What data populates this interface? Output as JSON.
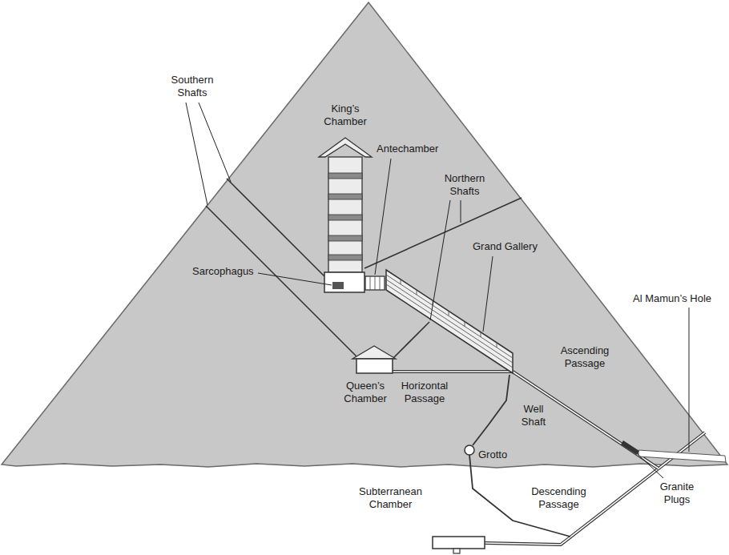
{
  "diagram": {
    "labels": [
      "Southern Shafts",
      "King’s Chamber",
      "Antechamber",
      "Northern Shafts",
      "Grand Gallery",
      "Sarcophagus",
      "Al Mamun’s Hole",
      "Ascending Passage",
      "Queen’s Chamber",
      "Horizontal Passage",
      "Well Shaft",
      "Grotto",
      "Granite Plugs",
      "Descending Passage",
      "Subterranean Chamber"
    ]
  }
}
